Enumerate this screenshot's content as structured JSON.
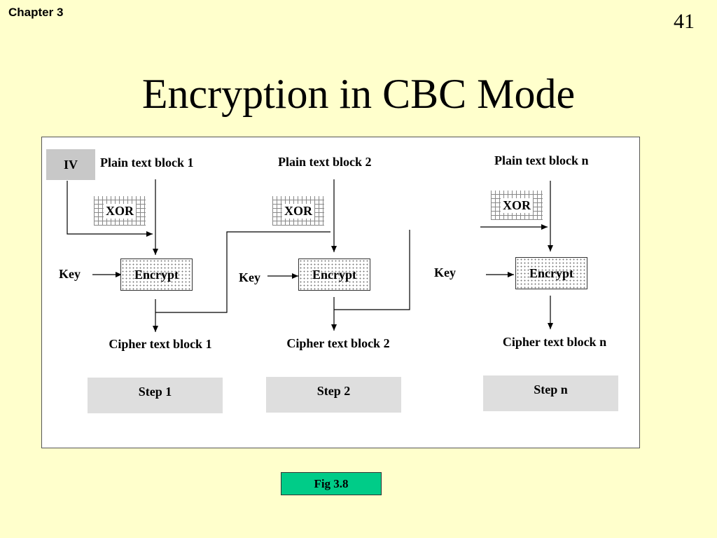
{
  "header": {
    "chapter": "Chapter 3",
    "page_number": "41"
  },
  "title": "Encryption in CBC Mode",
  "diagram": {
    "iv": "IV",
    "xor": "XOR",
    "encrypt": "Encrypt",
    "key": "Key",
    "steps": [
      {
        "plain": "Plain text block 1",
        "cipher": "Cipher text block 1",
        "step": "Step 1"
      },
      {
        "plain": "Plain text block 2",
        "cipher": "Cipher text block 2",
        "step": "Step 2"
      },
      {
        "plain": "Plain text block n",
        "cipher": "Cipher text block n",
        "step": "Step n"
      }
    ]
  },
  "figure_label": "Fig 3.8"
}
